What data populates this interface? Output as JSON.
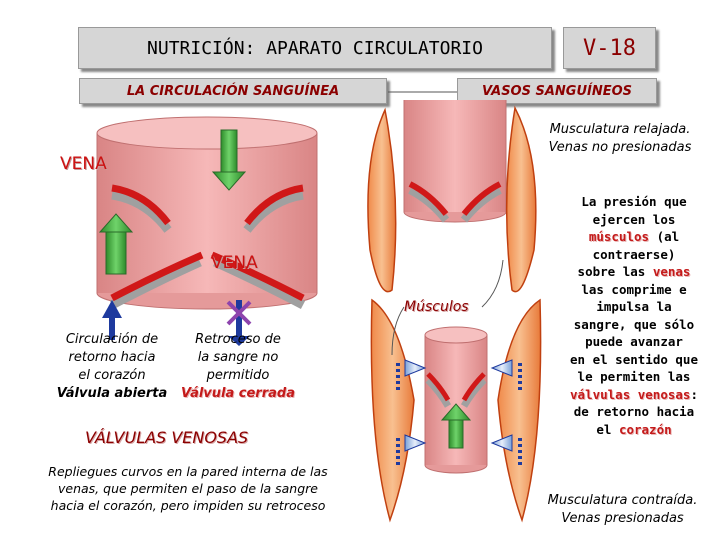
{
  "header": {
    "title": "NUTRICIÓN: APARATO CIRCULATORIO",
    "code": "V-18",
    "left_subtitle": "LA CIRCULACIÓN SANGUÍNEA",
    "right_subtitle": "VASOS SANGUÍNEOS"
  },
  "left_panel": {
    "vena_label_top": "VENA",
    "vena_label_mid": "VENA",
    "open_caption": [
      "Circulación de",
      "retorno hacia",
      "el corazón"
    ],
    "open_valve": "Válvula abierta",
    "closed_caption": [
      "Retroceso de",
      "la sangre no",
      "permitido"
    ],
    "closed_valve": "Válvula cerrada",
    "section_title": "VÁLVULAS VENOSAS",
    "description": [
      "Repliegues curvos en la pared interna de las",
      "venas, que permiten el paso de la sangre",
      "hacia el corazón, pero impiden su retroceso"
    ]
  },
  "right_panel": {
    "relaxed_caption": [
      "Musculatura relajada.",
      "Venas no presionadas"
    ],
    "muscles_label": "Músculos",
    "explanation": {
      "l1": "La presión que",
      "l2": "ejercen los",
      "l3a": "músculos",
      "l3b": " (al",
      "l4": "contraerse)",
      "l5a": "sobre las ",
      "l5b": "venas",
      "l6": "las comprime e",
      "l7": "impulsa la",
      "l8": "sangre, que sólo",
      "l9": "puede avanzar",
      "l10": "en el sentido que",
      "l11": "le permiten las",
      "l12a": "válvulas venosas",
      "l12b": ":",
      "l13": "de retorno hacia",
      "l14a": "el ",
      "l14b": "corazón"
    },
    "contracted_caption": [
      "Musculatura contraída.",
      "Venas presionadas"
    ]
  },
  "colors": {
    "vein_fill": "#f0a8a8",
    "vein_dark": "#d88080",
    "valve_red": "#d01818",
    "valve_gray": "#a0a0a0",
    "arrow_green": "#3aa635",
    "arrow_blue": "#1e3a9e",
    "muscle_fill": "#f4a36a",
    "muscle_stroke": "#c04010",
    "cross_purple": "#8e44ad",
    "title_red": "#8b0000"
  },
  "icons": [
    "up-arrow-icon",
    "down-arrow-icon",
    "cross-icon",
    "blood-flow-arrow-icon"
  ]
}
